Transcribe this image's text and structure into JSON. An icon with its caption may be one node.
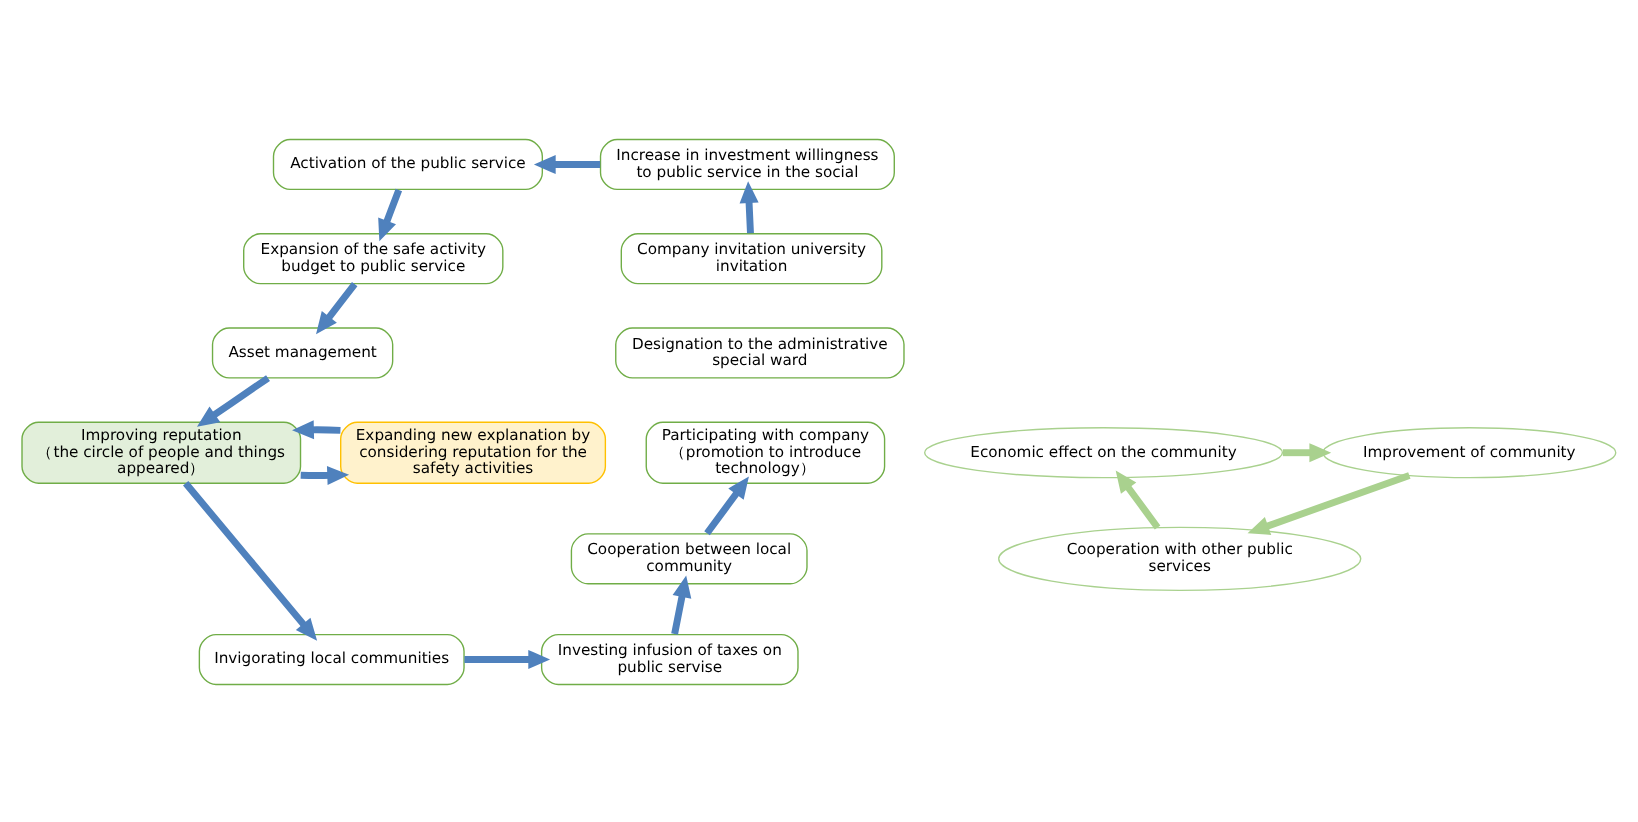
{
  "diagram": {
    "nodes": [
      {
        "text": [
          "Activation of the public service"
        ]
      },
      {
        "text": [
          "Increase in investment willingness to public service in the social"
        ]
      },
      {
        "text": [
          "Expansion of the safe activity budget to public service"
        ]
      },
      {
        "text": [
          "Asset management"
        ]
      },
      {
        "text": [
          "Improving reputation",
          "（the circle of people and things appeared）"
        ]
      },
      {
        "text": [
          "Expanding new explanation by considering reputation for the safety activities"
        ]
      },
      {
        "text": [
          "Invigorating local communities"
        ]
      },
      {
        "text": [
          "Economic effect on the community"
        ]
      },
      {
        "text": [
          "Improvement of community"
        ]
      },
      {
        "text": [
          "Cooperation with other public services"
        ]
      },
      {
        "text": [
          "Company invitation university invitation"
        ]
      },
      {
        "text": [
          "Designation to the administrative special ward"
        ]
      },
      {
        "text": [
          "Participating with company （promotion to introduce technology）"
        ]
      },
      {
        "text": [
          "Cooperation between local community"
        ]
      },
      {
        "text": [
          "Investing infusion of taxes on public servise"
        ]
      }
    ],
    "edges": [
      {
        "from": 1,
        "to": 0,
        "arrow": "to"
      },
      {
        "from": 0,
        "to": 2,
        "arrow": "to"
      },
      {
        "from": 2,
        "to": 3,
        "arrow": "to"
      },
      {
        "from": 3,
        "to": 4,
        "arrow": "to"
      },
      {
        "from": 4,
        "to": 5,
        "arrow": "to"
      },
      {
        "from": 5,
        "to": 4,
        "arrow": "to"
      },
      {
        "from": 4,
        "to": 6,
        "arrow": "to"
      },
      {
        "from": 6,
        "to": 14,
        "arrow": "to"
      },
      {
        "from": 14,
        "to": 13,
        "arrow": "to"
      },
      {
        "from": 13,
        "to": 12,
        "arrow": "to"
      },
      {
        "from": 10,
        "to": 1,
        "arrow": "to"
      },
      {
        "from": 7,
        "to": 8,
        "arrow": "to",
        "color": "#a9d18e"
      },
      {
        "from": 8,
        "to": 9,
        "arrow": "to",
        "color": "#a9d18e"
      },
      {
        "from": 9,
        "to": 7,
        "arrow": "to",
        "color": "#a9d18e"
      }
    ]
  }
}
